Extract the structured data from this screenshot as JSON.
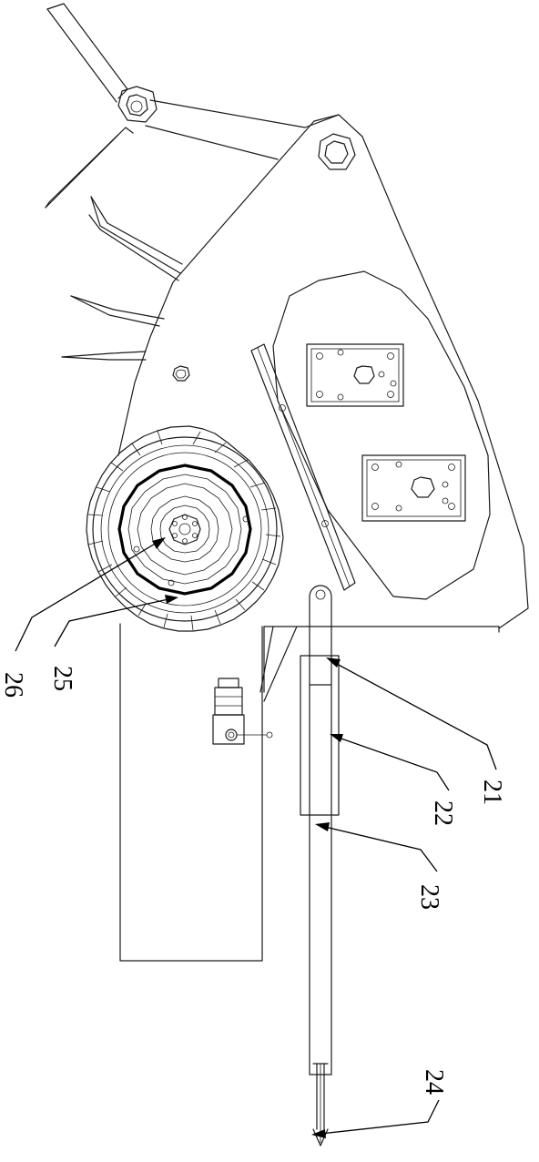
{
  "figure": {
    "callouts": [
      {
        "id": "21",
        "label": "21"
      },
      {
        "id": "22",
        "label": "22"
      },
      {
        "id": "23",
        "label": "23"
      },
      {
        "id": "24",
        "label": "24"
      },
      {
        "id": "25",
        "label": "25"
      },
      {
        "id": "26",
        "label": "26"
      }
    ]
  }
}
